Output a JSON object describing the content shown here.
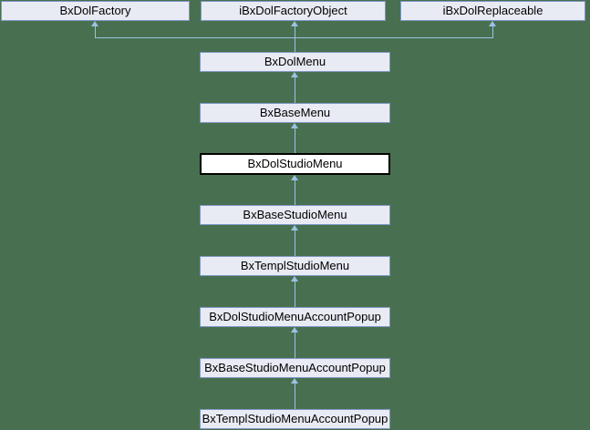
{
  "diagram": {
    "kind": "class-inheritance-diagram",
    "current_class": "BxDolStudioMenu",
    "colors": {
      "background": "#487050",
      "node_fill": "#e9ebf4",
      "node_border": "#7f96c4",
      "current_node_fill": "#ffffff",
      "current_node_border": "#000000",
      "arrow": "#9cc2e5",
      "text": "#000000"
    },
    "top_row": [
      {
        "label": "BxDolFactory"
      },
      {
        "label": "iBxDolFactoryObject"
      },
      {
        "label": "iBxDolReplaceable"
      }
    ],
    "chain": [
      "BxDolMenu",
      "BxBaseMenu",
      "BxDolStudioMenu",
      "BxBaseStudioMenu",
      "BxTemplStudioMenu",
      "BxDolStudioMenuAccountPopup",
      "BxBaseStudioMenuAccountPopup",
      "BxTemplStudioMenuAccountPopup"
    ],
    "edges": [
      {
        "from": "BxDolMenu",
        "to": "BxDolFactory",
        "type": "inherits"
      },
      {
        "from": "BxDolMenu",
        "to": "iBxDolFactoryObject",
        "type": "inherits"
      },
      {
        "from": "BxDolMenu",
        "to": "iBxDolReplaceable",
        "type": "inherits"
      },
      {
        "from": "BxBaseMenu",
        "to": "BxDolMenu",
        "type": "inherits"
      },
      {
        "from": "BxDolStudioMenu",
        "to": "BxBaseMenu",
        "type": "inherits"
      },
      {
        "from": "BxBaseStudioMenu",
        "to": "BxDolStudioMenu",
        "type": "inherits"
      },
      {
        "from": "BxTemplStudioMenu",
        "to": "BxBaseStudioMenu",
        "type": "inherits"
      },
      {
        "from": "BxDolStudioMenuAccountPopup",
        "to": "BxTemplStudioMenu",
        "type": "inherits"
      },
      {
        "from": "BxBaseStudioMenuAccountPopup",
        "to": "BxDolStudioMenuAccountPopup",
        "type": "inherits"
      },
      {
        "from": "BxTemplStudioMenuAccountPopup",
        "to": "BxBaseStudioMenuAccountPopup",
        "type": "inherits"
      }
    ]
  }
}
